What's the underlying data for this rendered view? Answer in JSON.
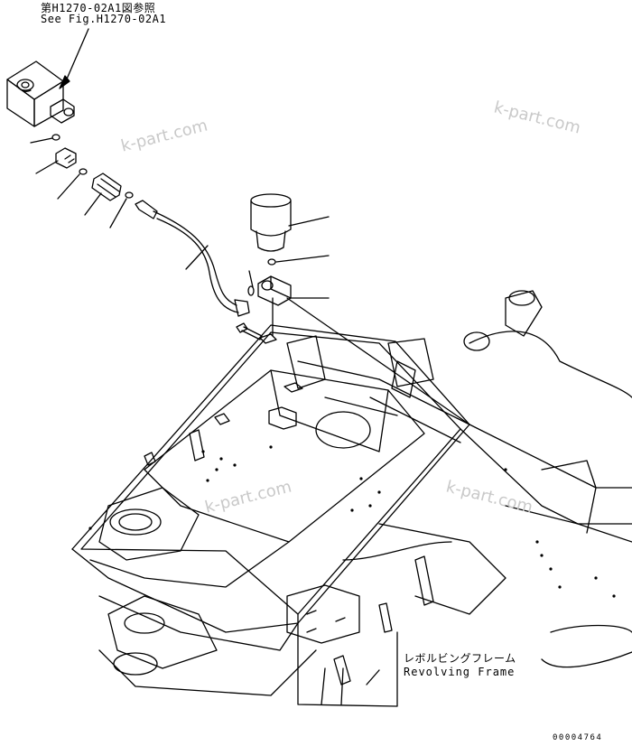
{
  "reference": {
    "line_jp": "第H1270-02A1図参照",
    "line_en": "See Fig.H1270-02A1"
  },
  "frame_label": {
    "jp": "レボルビングフレーム",
    "en": "Revolving Frame"
  },
  "figure_number": "00004764",
  "watermarks": [
    "k-part.com",
    "k-part.com",
    "k-part.com",
    "k-part.com"
  ],
  "colors": {
    "line": "#000000",
    "watermark": "#c9c9c9",
    "background": "#ffffff"
  }
}
